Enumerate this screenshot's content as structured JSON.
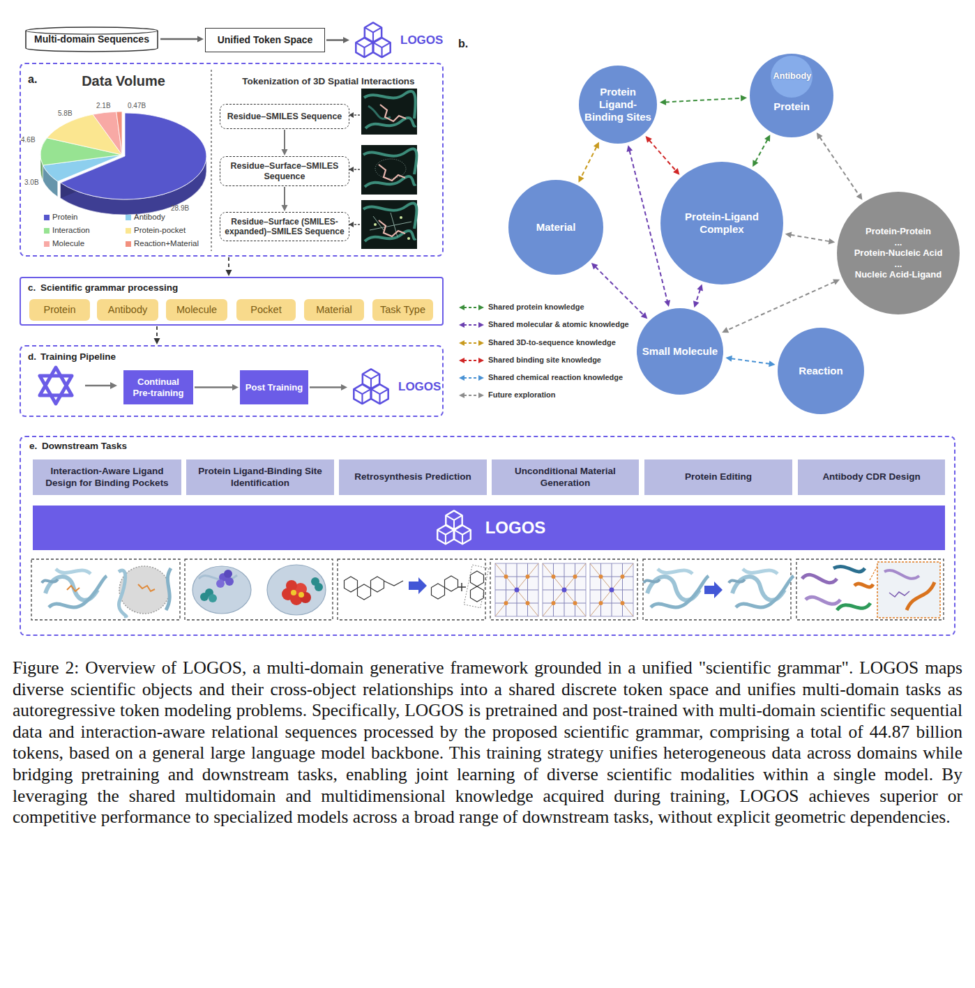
{
  "diagram": {
    "caption": "Figure 2: Overview of LOGOS, a multi-domain generative framework grounded in a unified \"scientific grammar\". LOGOS maps diverse scientific objects and their cross-object relationships into a shared discrete token space and unifies multi-domain tasks as autoregressive token modeling problems. Specifically, LOGOS is pretrained and post-trained with multi-domain scientific sequential data and interaction-aware relational sequences processed by the proposed scientific grammar, comprising a total of 44.87 billion tokens, based on a general large language model backbone. This training strategy unifies heterogeneous data across domains while bridging pretraining and downstream tasks, enabling joint learning of diverse scientific modalities within a single model. By leveraging the shared multidomain and multidimensional knowledge acquired during training, LOGOS achieves superior or competitive performance to specialized models across a broad range of downstream tasks, without explicit geometric dependencies.",
    "nodes": [
      {
        "text": [
          "Multi-domain Sequences"
        ]
      },
      {
        "text": [
          "Unified Token Space"
        ]
      },
      {
        "text": [
          "LOGOS"
        ]
      },
      {
        "text": [
          "a.",
          "Data Volume",
          "Tokenization of 3D Spatial Interactions"
        ]
      },
      {
        "text": [
          "Residue–SMILES Sequence"
        ],
        "in": 3
      },
      {
        "text": [
          "Residue–Surface–SMILES Sequence"
        ],
        "in": 3
      },
      {
        "text": [
          "Residue–Surface (SMILES-expanded)–SMILES Sequence"
        ],
        "in": 3
      },
      {
        "text": [
          "c.",
          "Scientific grammar processing"
        ]
      },
      {
        "text": [
          "Protein"
        ],
        "in": 7
      },
      {
        "text": [
          "Antibody"
        ],
        "in": 7
      },
      {
        "text": [
          "Molecule"
        ],
        "in": 7
      },
      {
        "text": [
          "Pocket"
        ],
        "in": 7
      },
      {
        "text": [
          "Material"
        ],
        "in": 7
      },
      {
        "text": [
          "Task Type"
        ],
        "in": 7
      },
      {
        "text": [
          "d.",
          "Training Pipeline"
        ]
      },
      {
        "text": [
          "Continual Pre-training"
        ],
        "in": 14
      },
      {
        "text": [
          "Post Training"
        ],
        "in": 14
      },
      {
        "text": [
          "LOGOS"
        ],
        "in": 14
      },
      {
        "text": [
          "Protein Ligand-Binding Sites"
        ]
      },
      {
        "text": [
          "Protein"
        ]
      },
      {
        "text": [
          "Antibody"
        ],
        "in": 19
      },
      {
        "text": [
          "Material"
        ]
      },
      {
        "text": [
          "Protein-Ligand Complex"
        ]
      },
      {
        "text": [
          "Protein-Protein",
          "...",
          "Protein-Nucleic Acid",
          "...",
          "Nucleic Acid-Ligand"
        ]
      },
      {
        "text": [
          "Small Molecule"
        ]
      },
      {
        "text": [
          "Reaction"
        ]
      },
      {
        "text": [
          "e.",
          "Downstream Tasks"
        ]
      },
      {
        "text": [
          "Interaction-Aware Ligand Design for Binding Pockets"
        ],
        "in": 26
      },
      {
        "text": [
          "Protein Ligand-Binding Site Identification"
        ],
        "in": 26
      },
      {
        "text": [
          "Retrosynthesis Prediction"
        ],
        "in": 26
      },
      {
        "text": [
          "Unconditional Material Generation"
        ],
        "in": 26
      },
      {
        "text": [
          "Protein Editing"
        ],
        "in": 26
      },
      {
        "text": [
          "Antibody CDR Design"
        ],
        "in": 26
      },
      {
        "text": [
          "LOGOS"
        ],
        "in": 26
      }
    ],
    "edges": [
      {
        "from": 0,
        "to": 1,
        "arrow": "to"
      },
      {
        "from": 1,
        "to": 2,
        "arrow": "to"
      },
      {
        "from": 3,
        "to": 7,
        "arrow": "to"
      },
      {
        "from": 7,
        "to": 14,
        "arrow": "to"
      },
      {
        "from": 4,
        "to": 5,
        "arrow": "to"
      },
      {
        "from": 5,
        "to": 6,
        "arrow": "to"
      },
      {
        "from": 15,
        "to": 16,
        "arrow": "to"
      },
      {
        "from": 16,
        "to": 17,
        "arrow": "to"
      },
      {
        "from": 18,
        "to": 19,
        "arrow": "both"
      },
      {
        "from": 18,
        "to": 21,
        "arrow": "both"
      },
      {
        "from": 18,
        "to": 22,
        "arrow": "both"
      },
      {
        "from": 18,
        "to": 24,
        "arrow": "both"
      },
      {
        "from": 19,
        "to": 22,
        "arrow": "both"
      },
      {
        "from": 19,
        "to": 23,
        "arrow": "both"
      },
      {
        "from": 21,
        "to": 24,
        "arrow": "both"
      },
      {
        "from": 22,
        "to": 24,
        "arrow": "both"
      },
      {
        "from": 22,
        "to": 23,
        "arrow": "both"
      },
      {
        "from": 23,
        "to": 24,
        "arrow": "both"
      },
      {
        "from": 24,
        "to": 25,
        "arrow": "both"
      }
    ],
    "labels": [
      "2.1B",
      "0.47B",
      "5.8B",
      "4.6B",
      "3.0B",
      "28.9B",
      "b."
    ],
    "legend": [
      {
        "text": "Protein",
        "color": "#5656cc"
      },
      {
        "text": "Antibody",
        "color": "#8dcfee"
      },
      {
        "text": "Interaction",
        "color": "#97e392"
      },
      {
        "text": "Protein-pocket",
        "color": "#fbe690"
      },
      {
        "text": "Molecule",
        "color": "#f8a9a5"
      },
      {
        "text": "Reaction+Material",
        "color": "#f2907e"
      },
      {
        "text": "Shared protein knowledge"
      },
      {
        "text": "Shared molecular & atomic knowledge"
      },
      {
        "text": "Shared 3D-to-sequence knowledge"
      },
      {
        "text": "Shared binding site knowledge"
      },
      {
        "text": "Shared chemical reaction knowledge"
      },
      {
        "text": "Future exploration"
      }
    ]
  }
}
